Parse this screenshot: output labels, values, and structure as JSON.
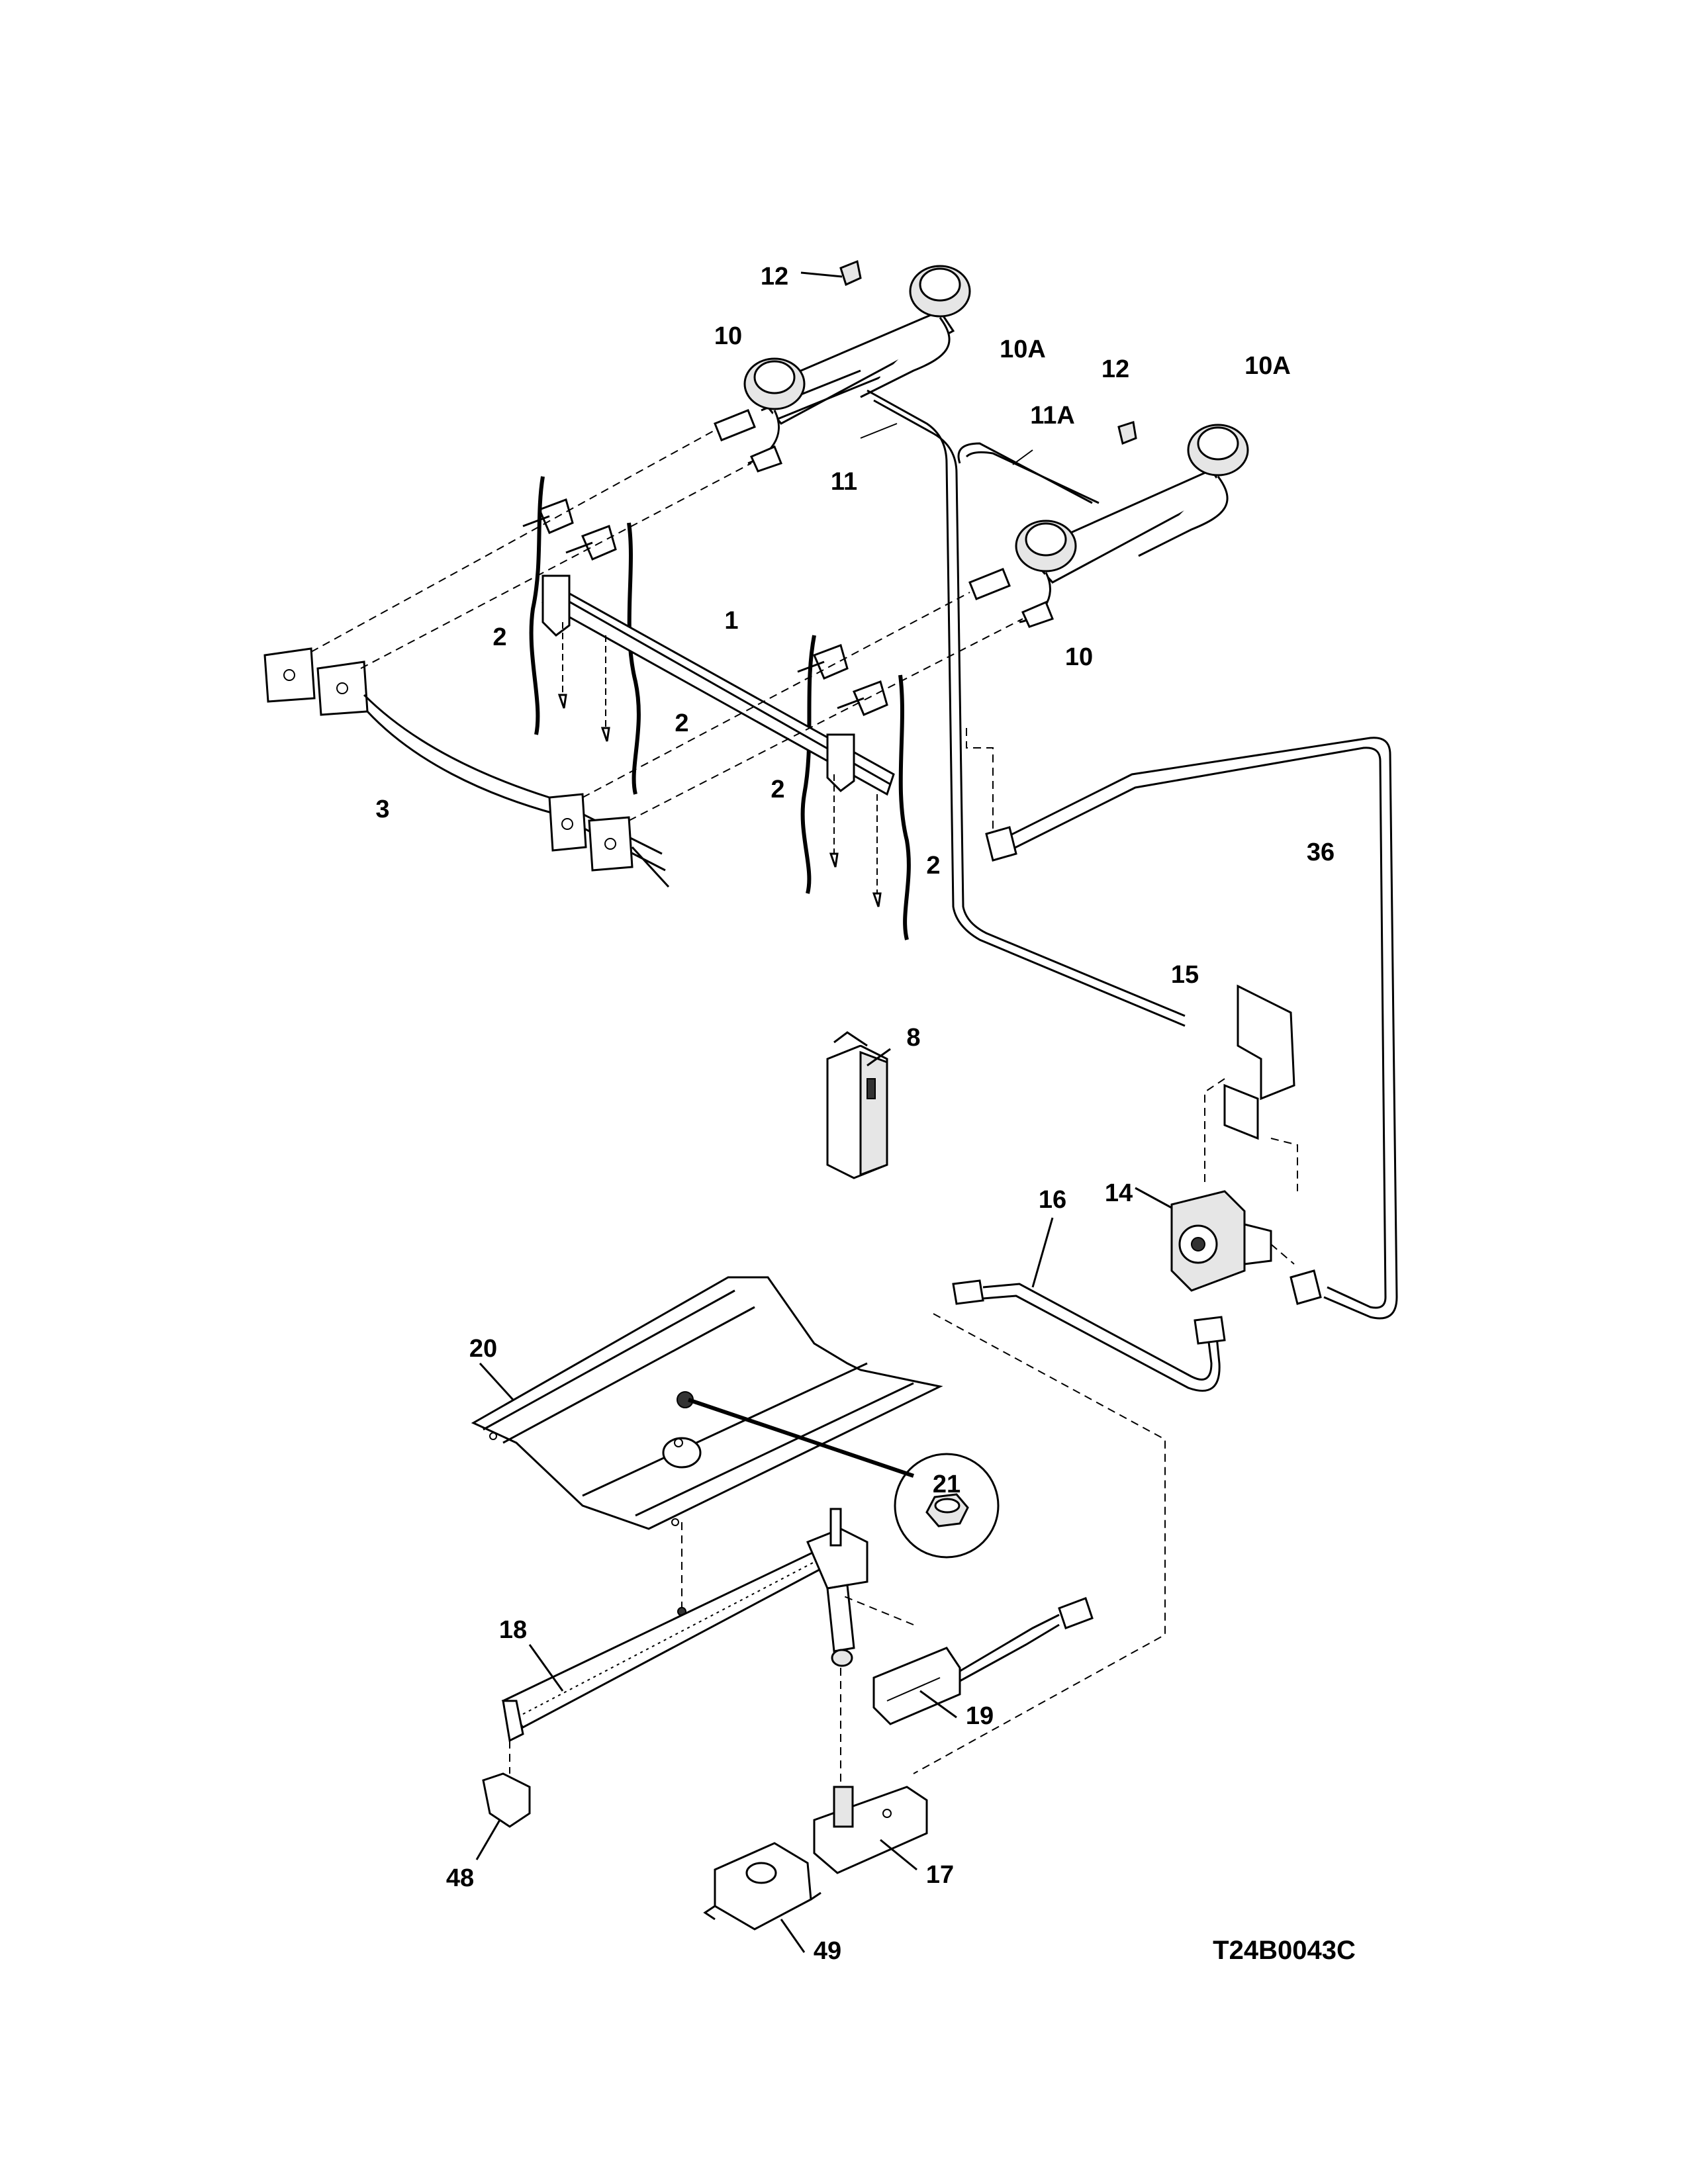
{
  "labels": {
    "l1": "1",
    "l2a": "2",
    "l2b": "2",
    "l2c": "2",
    "l2d": "2",
    "l3": "3",
    "l8": "8",
    "l10a": "10",
    "l10b": "10",
    "l10A_a": "10A",
    "l10A_b": "10A",
    "l11": "11",
    "l11A": "11A",
    "l12a": "12",
    "l12b": "12",
    "l14": "14",
    "l15": "15",
    "l16": "16",
    "l17": "17",
    "l18": "18",
    "l19": "19",
    "l20": "20",
    "l21": "21",
    "l36": "36",
    "l48": "48",
    "l49": "49"
  },
  "diagram_code": "T24B0043C"
}
